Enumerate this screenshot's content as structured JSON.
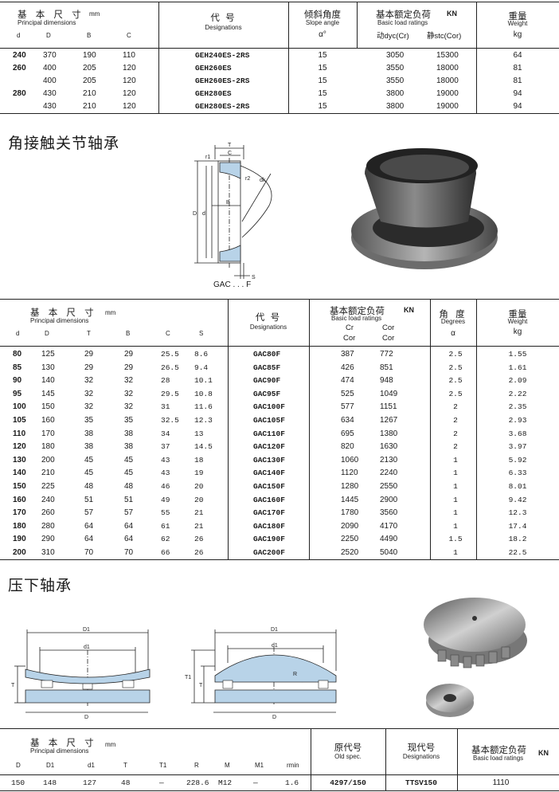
{
  "table1": {
    "header": {
      "dim_cn": "基 本 尺 寸",
      "dim_unit": "mm",
      "dim_en": "Principal dimensions",
      "cols": [
        "d",
        "D",
        "B",
        "C"
      ],
      "designation_cn": "代 号",
      "designation_en": "Designations",
      "slope_cn": "倾斜角度",
      "slope_en": "Slope angle",
      "slope_sym": "α°",
      "load_cn": "基本额定负荷",
      "load_unit": "KN",
      "load_en": "Basic load ratings",
      "dyn": "动dyc(Cr)",
      "stat": "静stc(Cor)",
      "weight_cn": "重量",
      "weight_en": "Weight",
      "weight_unit": "kg"
    },
    "rows": [
      {
        "d": "240",
        "D": "370",
        "B": "190",
        "C": "110",
        "code": "GEH240ES-2RS",
        "angle": "15",
        "dyn": "3050",
        "stat": "15300",
        "w": "64"
      },
      {
        "d": "260",
        "D": "400",
        "B": "205",
        "C": "120",
        "code": "GEH260ES",
        "angle": "15",
        "dyn": "3550",
        "stat": "18000",
        "w": "81"
      },
      {
        "d": "",
        "D": "400",
        "B": "205",
        "C": "120",
        "code": "GEH260ES-2RS",
        "angle": "15",
        "dyn": "3550",
        "stat": "18000",
        "w": "81"
      },
      {
        "d": "280",
        "D": "430",
        "B": "210",
        "C": "120",
        "code": "GEH280ES",
        "angle": "15",
        "dyn": "3800",
        "stat": "19000",
        "w": "94"
      },
      {
        "d": "",
        "D": "430",
        "B": "210",
        "C": "120",
        "code": "GEH280ES-2RS",
        "angle": "15",
        "dyn": "3800",
        "stat": "19000",
        "w": "94"
      }
    ]
  },
  "section2": {
    "title": "角接触关节轴承",
    "diagram_caption": "GAC . . . F",
    "labels": {
      "T": "T",
      "C": "C",
      "r1": "r1",
      "r2": "r2",
      "dk": "dk",
      "B": "B",
      "D": "D",
      "d": "d",
      "S": "S"
    }
  },
  "table2": {
    "header": {
      "dim_cn": "基 本 尺 寸",
      "dim_unit": "mm",
      "dim_en": "Principal dimensions",
      "cols": [
        "d",
        "D",
        "T",
        "B",
        "C",
        "S"
      ],
      "designation_cn": "代 号",
      "designation_en": "Designations",
      "load_cn": "基本额定负荷",
      "load_unit": "KN",
      "load_en": "Basic load ratings",
      "cr": "Cr",
      "cor": "Cor",
      "cr2": "Cor",
      "cor2": "Cor",
      "angle_cn": "角 度",
      "angle_en": "Degrees",
      "angle_sym": "α",
      "weight_cn": "重量",
      "weight_en": "Weight",
      "weight_unit": "kg"
    },
    "rows": [
      {
        "d": "80",
        "D": "125",
        "T": "29",
        "B": "29",
        "C": "25.5",
        "S": "8.6",
        "code": "GAC80F",
        "cr": "387",
        "cor": "772",
        "a": "2.5",
        "w": "1.55"
      },
      {
        "d": "85",
        "D": "130",
        "T": "29",
        "B": "29",
        "C": "26.5",
        "S": "9.4",
        "code": "GAC85F",
        "cr": "426",
        "cor": "851",
        "a": "2.5",
        "w": "1.61"
      },
      {
        "d": "90",
        "D": "140",
        "T": "32",
        "B": "32",
        "C": "28",
        "S": "10.1",
        "code": "GAC90F",
        "cr": "474",
        "cor": "948",
        "a": "2.5",
        "w": "2.09"
      },
      {
        "d": "95",
        "D": "145",
        "T": "32",
        "B": "32",
        "C": "29.5",
        "S": "10.8",
        "code": "GAC95F",
        "cr": "525",
        "cor": "1049",
        "a": "2.5",
        "w": "2.22"
      },
      {
        "d": "100",
        "D": "150",
        "T": "32",
        "B": "32",
        "C": "31",
        "S": "11.6",
        "code": "GAC100F",
        "cr": "577",
        "cor": "1151",
        "a": "2",
        "w": "2.35"
      },
      {
        "d": "105",
        "D": "160",
        "T": "35",
        "B": "35",
        "C": "32.5",
        "S": "12.3",
        "code": "GAC105F",
        "cr": "634",
        "cor": "1267",
        "a": "2",
        "w": "2.93"
      },
      {
        "d": "110",
        "D": "170",
        "T": "38",
        "B": "38",
        "C": "34",
        "S": "13",
        "code": "GAC110F",
        "cr": "695",
        "cor": "1380",
        "a": "2",
        "w": "3.68"
      },
      {
        "d": "120",
        "D": "180",
        "T": "38",
        "B": "38",
        "C": "37",
        "S": "14.5",
        "code": "GAC120F",
        "cr": "820",
        "cor": "1630",
        "a": "2",
        "w": "3.97"
      },
      {
        "d": "130",
        "D": "200",
        "T": "45",
        "B": "45",
        "C": "43",
        "S": "18",
        "code": "GAC130F",
        "cr": "1060",
        "cor": "2130",
        "a": "1",
        "w": "5.92"
      },
      {
        "d": "140",
        "D": "210",
        "T": "45",
        "B": "45",
        "C": "43",
        "S": "19",
        "code": "GAC140F",
        "cr": "1120",
        "cor": "2240",
        "a": "1",
        "w": "6.33"
      },
      {
        "d": "150",
        "D": "225",
        "T": "48",
        "B": "48",
        "C": "46",
        "S": "20",
        "code": "GAC150F",
        "cr": "1280",
        "cor": "2550",
        "a": "1",
        "w": "8.01"
      },
      {
        "d": "160",
        "D": "240",
        "T": "51",
        "B": "51",
        "C": "49",
        "S": "20",
        "code": "GAC160F",
        "cr": "1445",
        "cor": "2900",
        "a": "1",
        "w": "9.42"
      },
      {
        "d": "170",
        "D": "260",
        "T": "57",
        "B": "57",
        "C": "55",
        "S": "21",
        "code": "GAC170F",
        "cr": "1780",
        "cor": "3560",
        "a": "1",
        "w": "12.3"
      },
      {
        "d": "180",
        "D": "280",
        "T": "64",
        "B": "64",
        "C": "61",
        "S": "21",
        "code": "GAC180F",
        "cr": "2090",
        "cor": "4170",
        "a": "1",
        "w": "17.4"
      },
      {
        "d": "190",
        "D": "290",
        "T": "64",
        "B": "64",
        "C": "62",
        "S": "26",
        "code": "GAC190F",
        "cr": "2250",
        "cor": "4490",
        "a": "1.5",
        "w": "18.2"
      },
      {
        "d": "200",
        "D": "310",
        "T": "70",
        "B": "70",
        "C": "66",
        "S": "26",
        "code": "GAC200F",
        "cr": "2520",
        "cor": "5040",
        "a": "1",
        "w": "22.5"
      }
    ]
  },
  "section3": {
    "title": "压下轴承",
    "left_labels": {
      "D1": "D1",
      "d1": "d1",
      "T": "T",
      "D": "D"
    },
    "right_labels": {
      "D1": "D1",
      "d1": "d1",
      "T1": "T1",
      "T": "T",
      "R": "R",
      "D": "D"
    }
  },
  "table3": {
    "header": {
      "dim_cn": "基 本 尺 寸",
      "dim_unit": "mm",
      "dim_en": "Principal dimensions",
      "cols": [
        "D",
        "D1",
        "d1",
        "T",
        "T1",
        "R",
        "M",
        "M1",
        "rmin"
      ],
      "old_cn": "原代号",
      "old_en": "Old spec.",
      "cur_cn": "现代号",
      "cur_en": "Designations",
      "load_cn": "基本额定负荷",
      "load_en": "Basic load ratings",
      "load_unit": "KN"
    },
    "row": {
      "D": "150",
      "D1": "148",
      "d1": "127",
      "T": "48",
      "T1": "—",
      "R": "228.6",
      "M": "M12",
      "M1": "—",
      "rmin": "1.6",
      "old": "4297/150",
      "cur": "TTSV150",
      "load": "1110"
    }
  }
}
